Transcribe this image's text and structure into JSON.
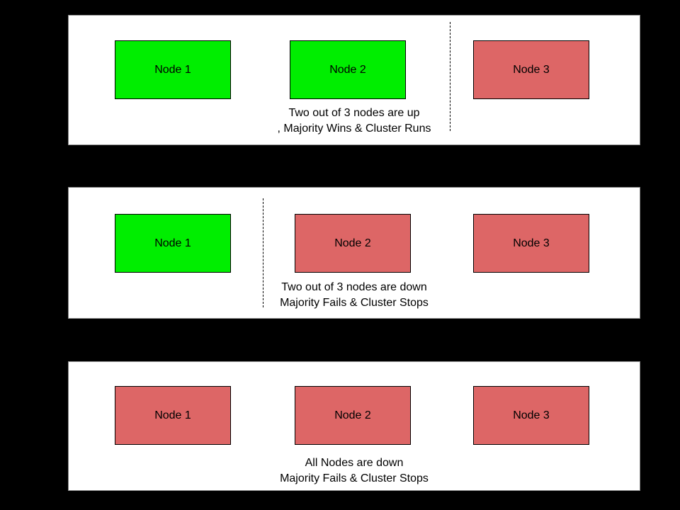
{
  "colors": {
    "background": "#000000",
    "panel": "#ffffff",
    "node_up": "#00ee00",
    "node_down": "#dd6666",
    "border": "#000000"
  },
  "panels": [
    {
      "name": "majority-up",
      "nodes": [
        {
          "label": "Node 1",
          "status": "up"
        },
        {
          "label": "Node 2",
          "status": "up"
        },
        {
          "label": "Node 3",
          "status": "down"
        }
      ],
      "has_divider": true,
      "caption_line1": "Two out of 3 nodes are up",
      "caption_line2": ", Majority Wins & Cluster Runs"
    },
    {
      "name": "majority-down",
      "nodes": [
        {
          "label": "Node 1",
          "status": "up"
        },
        {
          "label": "Node 2",
          "status": "down"
        },
        {
          "label": "Node 3",
          "status": "down"
        }
      ],
      "has_divider": true,
      "caption_line1": "Two out of 3 nodes are down",
      "caption_line2": "Majority Fails & Cluster Stops"
    },
    {
      "name": "all-down",
      "nodes": [
        {
          "label": "Node 1",
          "status": "down"
        },
        {
          "label": "Node 2",
          "status": "down"
        },
        {
          "label": "Node 3",
          "status": "down"
        }
      ],
      "has_divider": false,
      "caption_line1": "All Nodes are down",
      "caption_line2": "Majority Fails & Cluster Stops"
    }
  ]
}
